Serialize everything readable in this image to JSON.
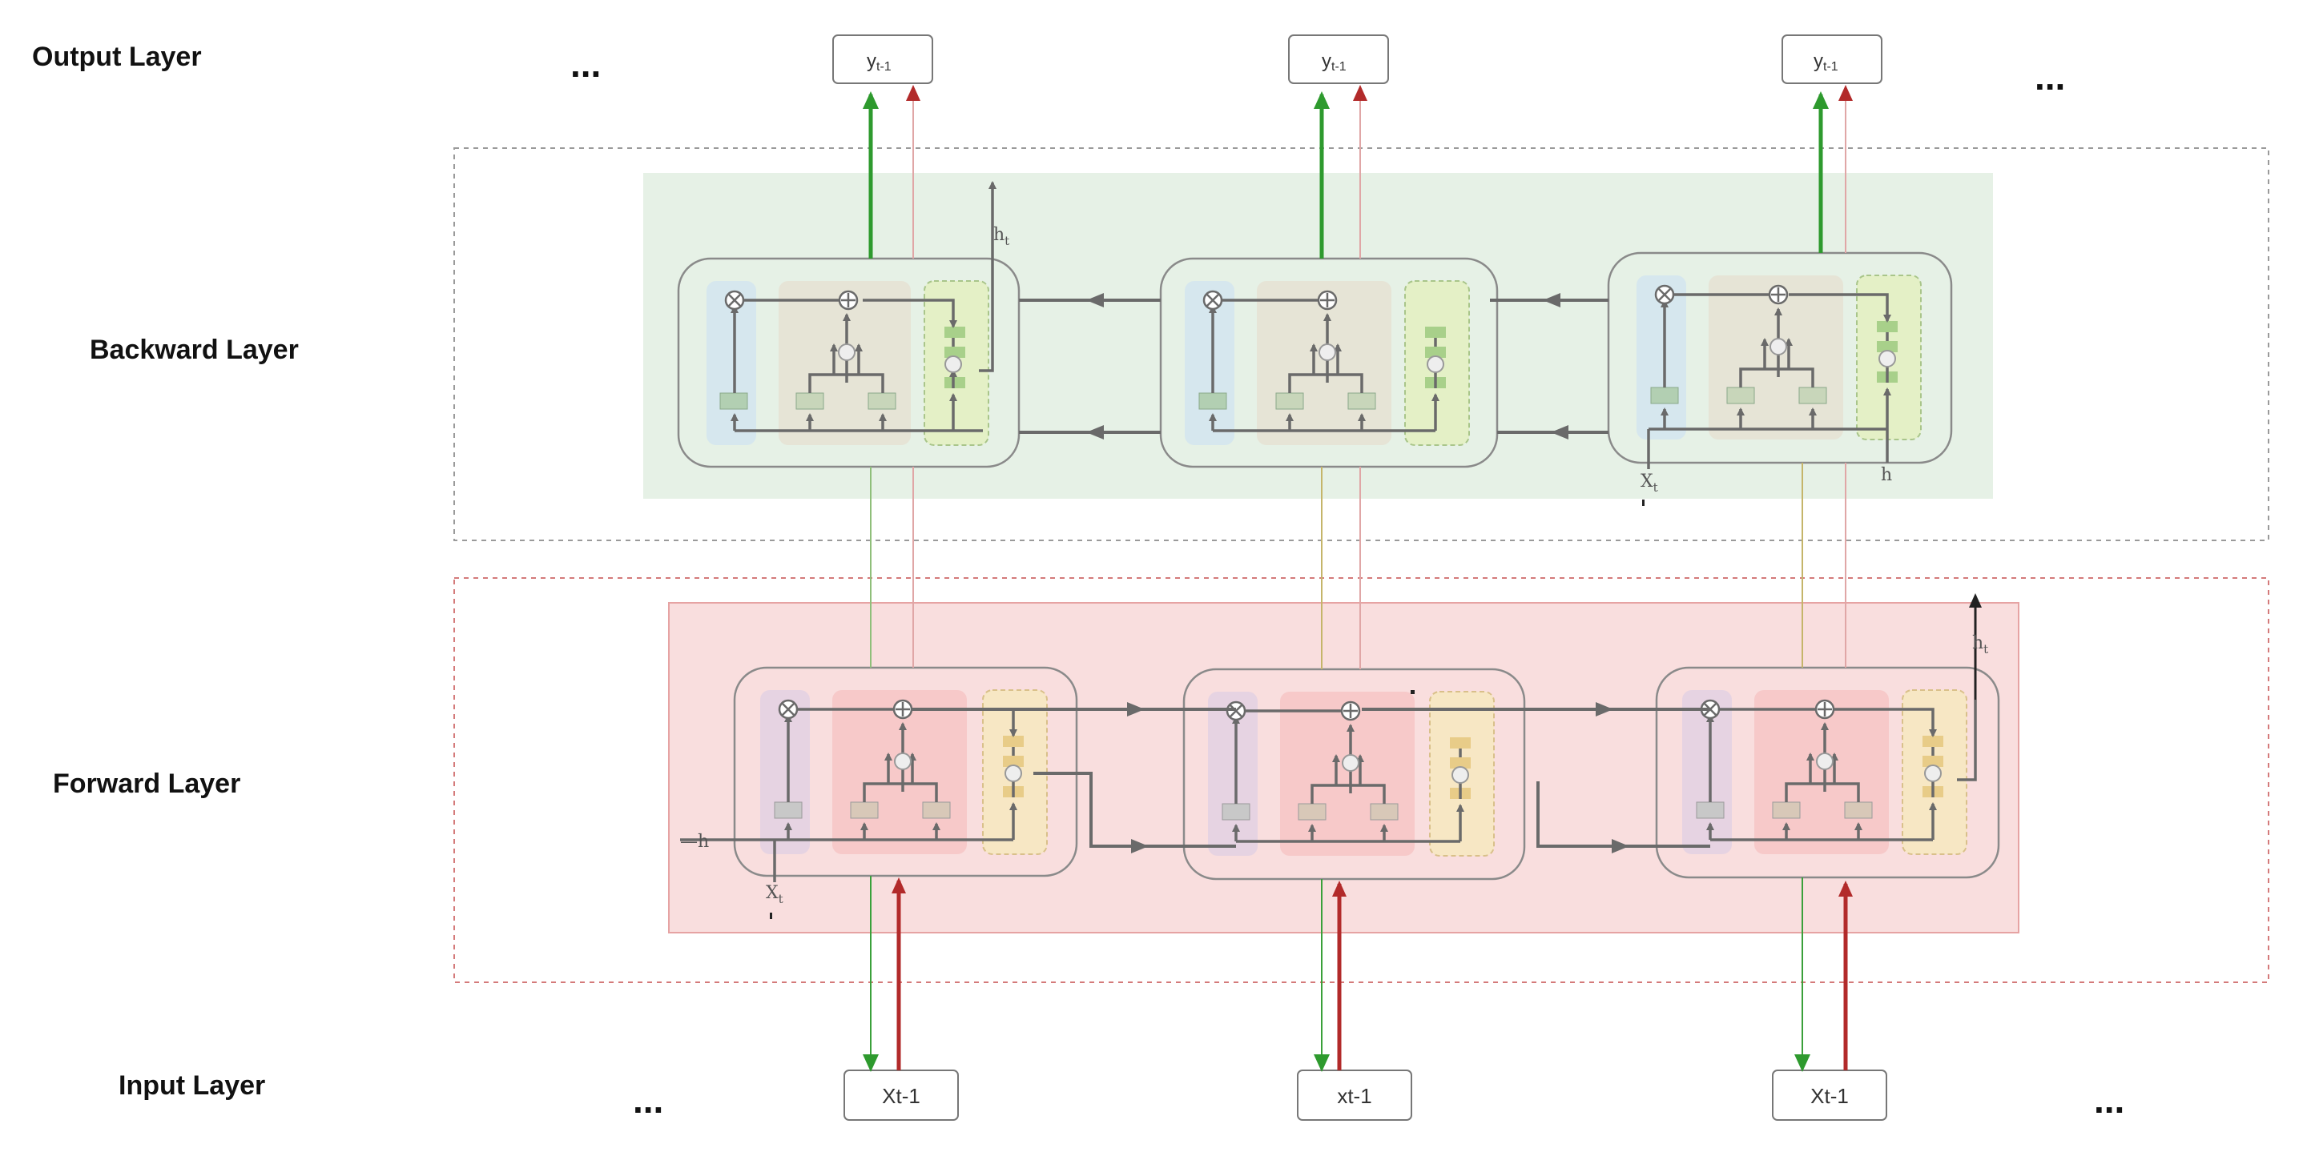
{
  "layers": {
    "output": "Output Layer",
    "backward": "Backward Layer",
    "forward": "Forward Layer",
    "input": "Input Layer"
  },
  "ellipsis": "...",
  "output_nodes": [
    "y",
    "y",
    "y"
  ],
  "output_subscripts": [
    "t-1",
    "t-1",
    "t-1"
  ],
  "input_nodes": [
    "Xt-1",
    "xt-1",
    "Xt-1"
  ],
  "backward_annotations": {
    "ht_base": "h",
    "ht_sub": "t",
    "xt_base": "X",
    "xt_sub": "t",
    "h_label": "h"
  },
  "forward_annotations": {
    "ht_base": "h",
    "ht_sub": "t",
    "xt_base": "X",
    "xt_sub": "t",
    "h_label": "h"
  },
  "colors": {
    "backward_bg": "#e6f1e6",
    "forward_bg": "#f9dede",
    "forward_border": "#e6a3a3",
    "dashed_backward": "#9a9a9a",
    "dashed_forward": "#d47a7a",
    "arrow_green": "#2e9a2e",
    "arrow_red": "#b22a2a",
    "cell_line": "#6a6a6a"
  }
}
